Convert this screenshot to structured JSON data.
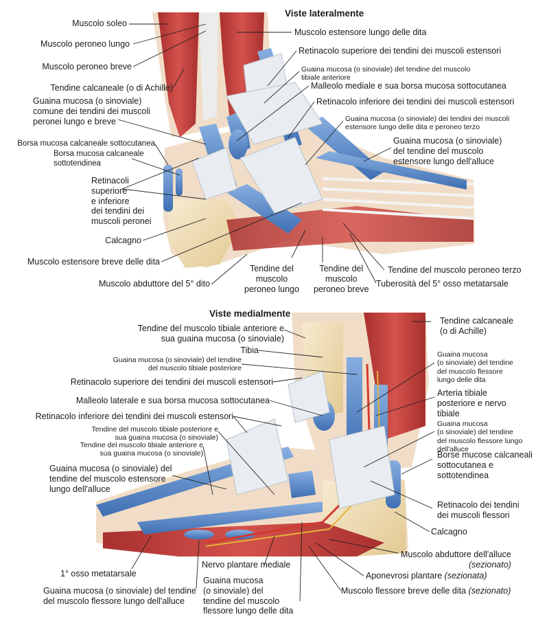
{
  "top_view": {
    "heading": "Viste lateralmente",
    "labels": {
      "soleo": "Muscolo soleo",
      "peroneo_lungo": "Muscolo peroneo lungo",
      "peroneo_breve": "Muscolo peroneo breve",
      "achille": "Tendine calcaneale (o di Achille)",
      "guaina_peronei": [
        "Guaina mucosa (o sinoviale)",
        "comune dei tendini dei muscoli",
        "peronei lungo e breve"
      ],
      "borsa_sottocutanea": "Borsa mucosa calcaneale sottocutanea",
      "borsa_sottotendinea": [
        "Borsa mucosa calcaneale",
        "sottotendinea"
      ],
      "retinacoli_peronei": [
        "Retinacoli",
        "superiore",
        "e inferiore",
        "dei tendini dei",
        "muscoli peronei"
      ],
      "calcagno": "Calcagno",
      "estensore_breve": "Muscolo estensore breve delle dita",
      "abduttore_5": "Muscolo abduttore del 5° dito",
      "estensore_lungo_dita": "Muscolo estensore lungo delle dita",
      "retinacolo_sup_estensori": "Retinacolo superiore dei tendini dei muscoli estensori",
      "guaina_tibiale_ant": [
        "Guaina mucosa (o sinoviale) del tendine del muscolo",
        "tibiale anteriore"
      ],
      "malleolo_mediale": "Malleolo mediale e sua borsa mucosa sottocutanea",
      "retinacolo_inf_estensori": "Retinacolo inferiore dei tendini dei muscoli estensori",
      "guaina_estensore_dita": [
        "Guaina mucosa (o sinoviale) dei tendini dei muscoli",
        "estensore lungo delle dita e peroneo terzo"
      ],
      "guaina_estensore_alluce": [
        "Guaina mucosa (o sinoviale)",
        "del tendine del muscolo",
        "estensore lungo dell'alluce"
      ],
      "peroneo_terzo": "Tendine del muscolo peroneo terzo",
      "tendine_peroneo_lungo": [
        "Tendine del",
        "muscolo",
        "peroneo lungo"
      ],
      "tendine_peroneo_breve": [
        "Tendine del",
        "muscolo",
        "peroneo breve"
      ],
      "tuberosita": "Tuberosità del 5° osso metatarsale"
    }
  },
  "bottom_view": {
    "heading": "Viste medialmente",
    "labels": {
      "tibiale_ant_guaina": [
        "Tendine del muscolo tibiale anteriore e",
        "sua guaina mucosa (o sinoviale)"
      ],
      "tibia": "Tibia",
      "guaina_tibiale_post": [
        "Guaina mucosa (o sinoviale) del tendine",
        "del muscolo tibiale posteriore"
      ],
      "retinacolo_sup": "Retinacolo superiore dei tendini dei muscoli estensori",
      "malleolo_laterale": "Malleolo laterale e sua borsa mucosa sottocutanea",
      "retinacolo_inf": "Retinacolo inferiore dei tendini dei muscoli estensori",
      "tibiale_post_guaina": [
        "Tendine del muscolo tibiale posteriore e",
        "sua guaina mucosa (o sinoviale)"
      ],
      "tibiale_ant_guaina_2": [
        "Tendine del muscolo tibiale anteriore e",
        "sua guaina mucosa (o sinoviale)"
      ],
      "guaina_estensore_alluce": [
        "Guaina mucosa (o sinoviale) del",
        "tendine del muscolo estensore",
        "lungo dell'alluce"
      ],
      "metatarsale_1": "1° osso metatarsale",
      "guaina_flessore_alluce": [
        "Guaina mucosa (o sinoviale) del tendine",
        "del muscolo flessore lungo dell'alluce"
      ],
      "nervo_plantare": "Nervo plantare mediale",
      "guaina_flessore_dita_bottom": [
        "Guaina mucosa",
        "(o sinoviale) del",
        "tendine del muscolo",
        "flessore lungo delle dita"
      ],
      "achille": [
        "Tendine calcaneale",
        "(o di Achille)"
      ],
      "guaina_flessore_dita_right": [
        "Guaina mucosa",
        "(o sinoviale) del tendine",
        "del muscolo flessore",
        "lungo delle dita"
      ],
      "arteria_tibiale": [
        "Arteria tibiale",
        "posteriore e nervo",
        "tibiale"
      ],
      "guaina_flessore_alluce_right": [
        "Guaina mucosa",
        "(o sinoviale) del tendine",
        "del muscolo flessore lungo",
        "dell'alluce"
      ],
      "borse_calcaneali": [
        "Borse mucose calcaneali",
        "sottocutanea e",
        "sottotendinea"
      ],
      "retinacolo_flessori": [
        "Retinacolo dei tendini",
        "dei muscoli flessori"
      ],
      "calcagno": "Calcagno",
      "abduttore_alluce": "Muscolo abduttore dell'alluce",
      "abduttore_alluce_note": "(sezionato)",
      "aponevrosi": "Aponevrosi plantare",
      "aponevrosi_note": "(sezionata)",
      "flessore_breve": "Muscolo flessore breve delle dita",
      "flessore_breve_note": "(sezionato)"
    }
  },
  "colors": {
    "muscle": "#c8403d",
    "muscle_dark": "#9e2b2a",
    "sheath": "#5b86c4",
    "sheath_light": "#a9c4e8",
    "bone": "#f1dfb5",
    "skin": "#f4e3cf",
    "retinaculum": "#e9edf1",
    "leader": "#222222"
  }
}
